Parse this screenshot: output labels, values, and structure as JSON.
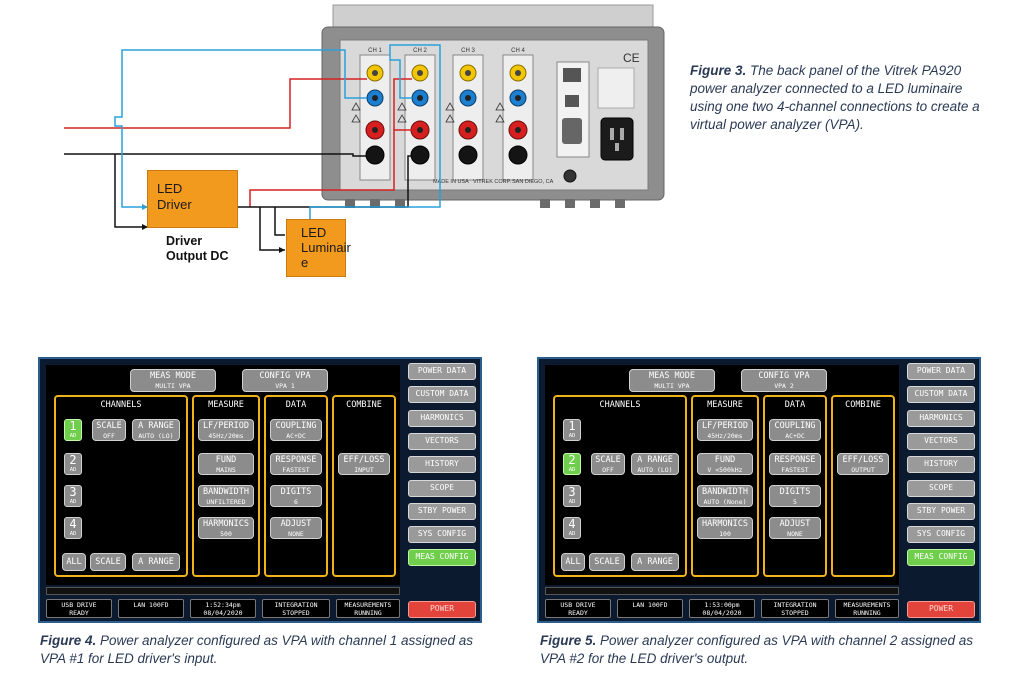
{
  "diagram": {
    "driver_label": "LED\nDriver",
    "luminaire_label": "LED\nLuminair\ne",
    "driver_output_label": "Driver\nOutput DC",
    "channels": [
      "CH 1",
      "CH 2",
      "CH 3",
      "CH 4"
    ],
    "made_in": "MADE IN USA",
    "company": "VITREK CORP.",
    "city": "SAN DIEGO, CA",
    "ce_mark": "CE"
  },
  "fig3": {
    "label": "Figure 3.",
    "text": "The back panel of the Vitrek PA920 power analyzer connected to a LED luminaire using one two 4-channel connections to create a virtual power analyzer (VPA)."
  },
  "fig4": {
    "label": "Figure 4.",
    "text": "Power analyzer configured as VPA with channel 1 assigned as VPA #1 for LED driver's input."
  },
  "fig5": {
    "label": "Figure 5.",
    "text": "Power analyzer configured as VPA with channel 2 assigned as VPA #2 for the LED driver's output."
  },
  "screens": [
    {
      "meas_mode": "MEAS MODE",
      "meas_mode_sub": "MULTI VPA",
      "config_vpa": "CONFIG VPA",
      "config_vpa_sub": "VPA 1",
      "channels_title": "CHANNELS",
      "measure_title": "MEASURE",
      "data_title": "DATA",
      "combine_title": "COMBINE",
      "ch1": "1",
      "ch1_sub": "AD",
      "ch2": "2",
      "ch2_sub": "AD",
      "ch3": "3",
      "ch3_sub": "AD",
      "ch4": "4",
      "ch4_sub": "AD",
      "scale": "SCALE",
      "scale_sub": "OFF",
      "a_range": "A RANGE",
      "a_range_sub": "AUTO (LO)",
      "all": "ALL",
      "scale2": "SCALE",
      "a_range2": "A RANGE",
      "lf_period": "LF/PERIOD",
      "lf_period_sub": "45Hz/20ms",
      "fund": "FUND",
      "fund_sub": "MAINS",
      "bandwidth": "BANDWIDTH",
      "bandwidth_sub": "UNFILTERED",
      "harmonics": "HARMONICS",
      "harmonics_sub": "500",
      "coupling": "COUPLING",
      "coupling_sub": "AC+DC",
      "response": "RESPONSE",
      "response_sub": "FASTEST",
      "digits": "DIGITS",
      "digits_sub": "6",
      "adjust": "ADJUST",
      "adjust_sub": "NONE",
      "eff_loss": "EFF/LOSS",
      "eff_loss_sub": "INPUT",
      "side": [
        "POWER DATA",
        "CUSTOM DATA",
        "HARMONICS",
        "VECTORS",
        "HISTORY",
        "SCOPE",
        "STBY POWER",
        "SYS CONFIG",
        "MEAS CONFIG"
      ],
      "power": "POWER",
      "status": [
        {
          "l1": "USB DRIVE",
          "l2": "READY"
        },
        {
          "l1": "LAN 100FD",
          "l2": ""
        },
        {
          "l1": "1:52:34pm",
          "l2": "08/04/2020"
        },
        {
          "l1": "INTEGRATION",
          "l2": "STOPPED"
        },
        {
          "l1": "MEASUREMENTS",
          "l2": "RUNNING"
        }
      ]
    },
    {
      "meas_mode": "MEAS MODE",
      "meas_mode_sub": "MULTI VPA",
      "config_vpa": "CONFIG VPA",
      "config_vpa_sub": "VPA 2",
      "channels_title": "CHANNELS",
      "measure_title": "MEASURE",
      "data_title": "DATA",
      "combine_title": "COMBINE",
      "ch1": "1",
      "ch1_sub": "AD",
      "ch2": "2",
      "ch2_sub": "AD",
      "ch3": "3",
      "ch3_sub": "AD",
      "ch4": "4",
      "ch4_sub": "AD",
      "scale": "SCALE",
      "scale_sub": "OFF",
      "a_range": "A RANGE",
      "a_range_sub": "AUTO (LO)",
      "all": "ALL",
      "scale2": "SCALE",
      "a_range2": "A RANGE",
      "lf_period": "LF/PERIOD",
      "lf_period_sub": "45Hz/20ms",
      "fund": "FUND",
      "fund_sub": "V <500kHz",
      "bandwidth": "BANDWIDTH",
      "bandwidth_sub": "AUTO (None)",
      "harmonics": "HARMONICS",
      "harmonics_sub": "100",
      "coupling": "COUPLING",
      "coupling_sub": "AC+DC",
      "response": "RESPONSE",
      "response_sub": "FASTEST",
      "digits": "DIGITS",
      "digits_sub": "5",
      "adjust": "ADJUST",
      "adjust_sub": "NONE",
      "eff_loss": "EFF/LOSS",
      "eff_loss_sub": "OUTPUT",
      "side": [
        "POWER DATA",
        "CUSTOM DATA",
        "HARMONICS",
        "VECTORS",
        "HISTORY",
        "SCOPE",
        "STBY POWER",
        "SYS CONFIG",
        "MEAS CONFIG"
      ],
      "power": "POWER",
      "status": [
        {
          "l1": "USB DRIVE",
          "l2": "READY"
        },
        {
          "l1": "LAN 100FD",
          "l2": ""
        },
        {
          "l1": "1:53:00pm",
          "l2": "08/04/2020"
        },
        {
          "l1": "INTEGRATION",
          "l2": "STOPPED"
        },
        {
          "l1": "MEASUREMENTS",
          "l2": "RUNNING"
        }
      ]
    }
  ]
}
